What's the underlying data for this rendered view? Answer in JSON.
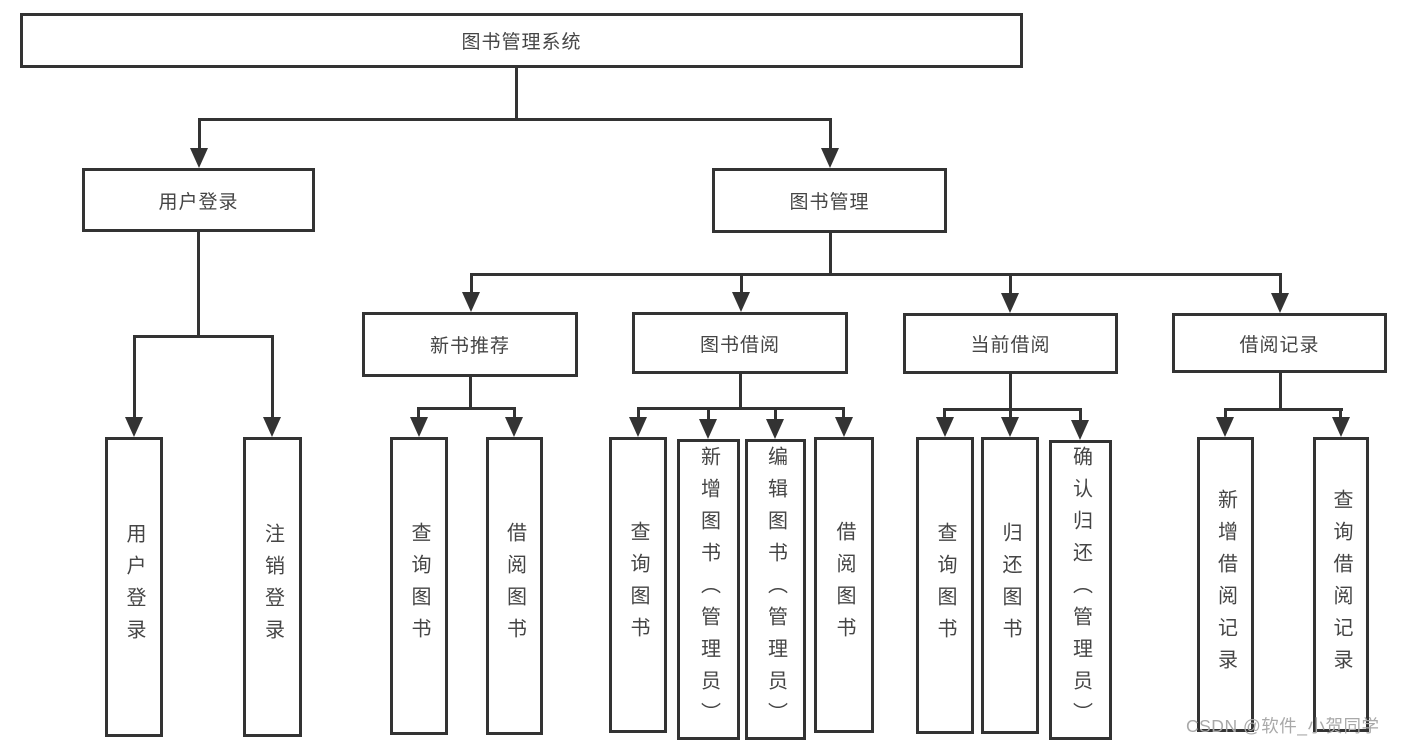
{
  "tree": {
    "label": "图书管理系统",
    "children": [
      {
        "label": "用户登录",
        "children": [
          {
            "label": "用户登录"
          },
          {
            "label": "注销登录"
          }
        ]
      },
      {
        "label": "图书管理",
        "children": [
          {
            "label": "新书推荐",
            "children": [
              {
                "label": "查询图书"
              },
              {
                "label": "借阅图书"
              }
            ]
          },
          {
            "label": "图书借阅",
            "children": [
              {
                "label": "查询图书"
              },
              {
                "label": "新增图书（管理员）"
              },
              {
                "label": "编辑图书（管理员）"
              },
              {
                "label": "借阅图书"
              }
            ]
          },
          {
            "label": "当前借阅",
            "children": [
              {
                "label": "查询图书"
              },
              {
                "label": "归还图书"
              },
              {
                "label": "确认归还（管理员）"
              }
            ]
          },
          {
            "label": "借阅记录",
            "children": [
              {
                "label": "新增借阅记录"
              },
              {
                "label": "查询借阅记录"
              }
            ]
          }
        ]
      }
    ]
  },
  "watermark": "CSDN @软件_小贺同学",
  "colors": {
    "line": "#333333",
    "text": "#454545",
    "watermark": "#a9a9a9",
    "background": "#ffffff"
  }
}
